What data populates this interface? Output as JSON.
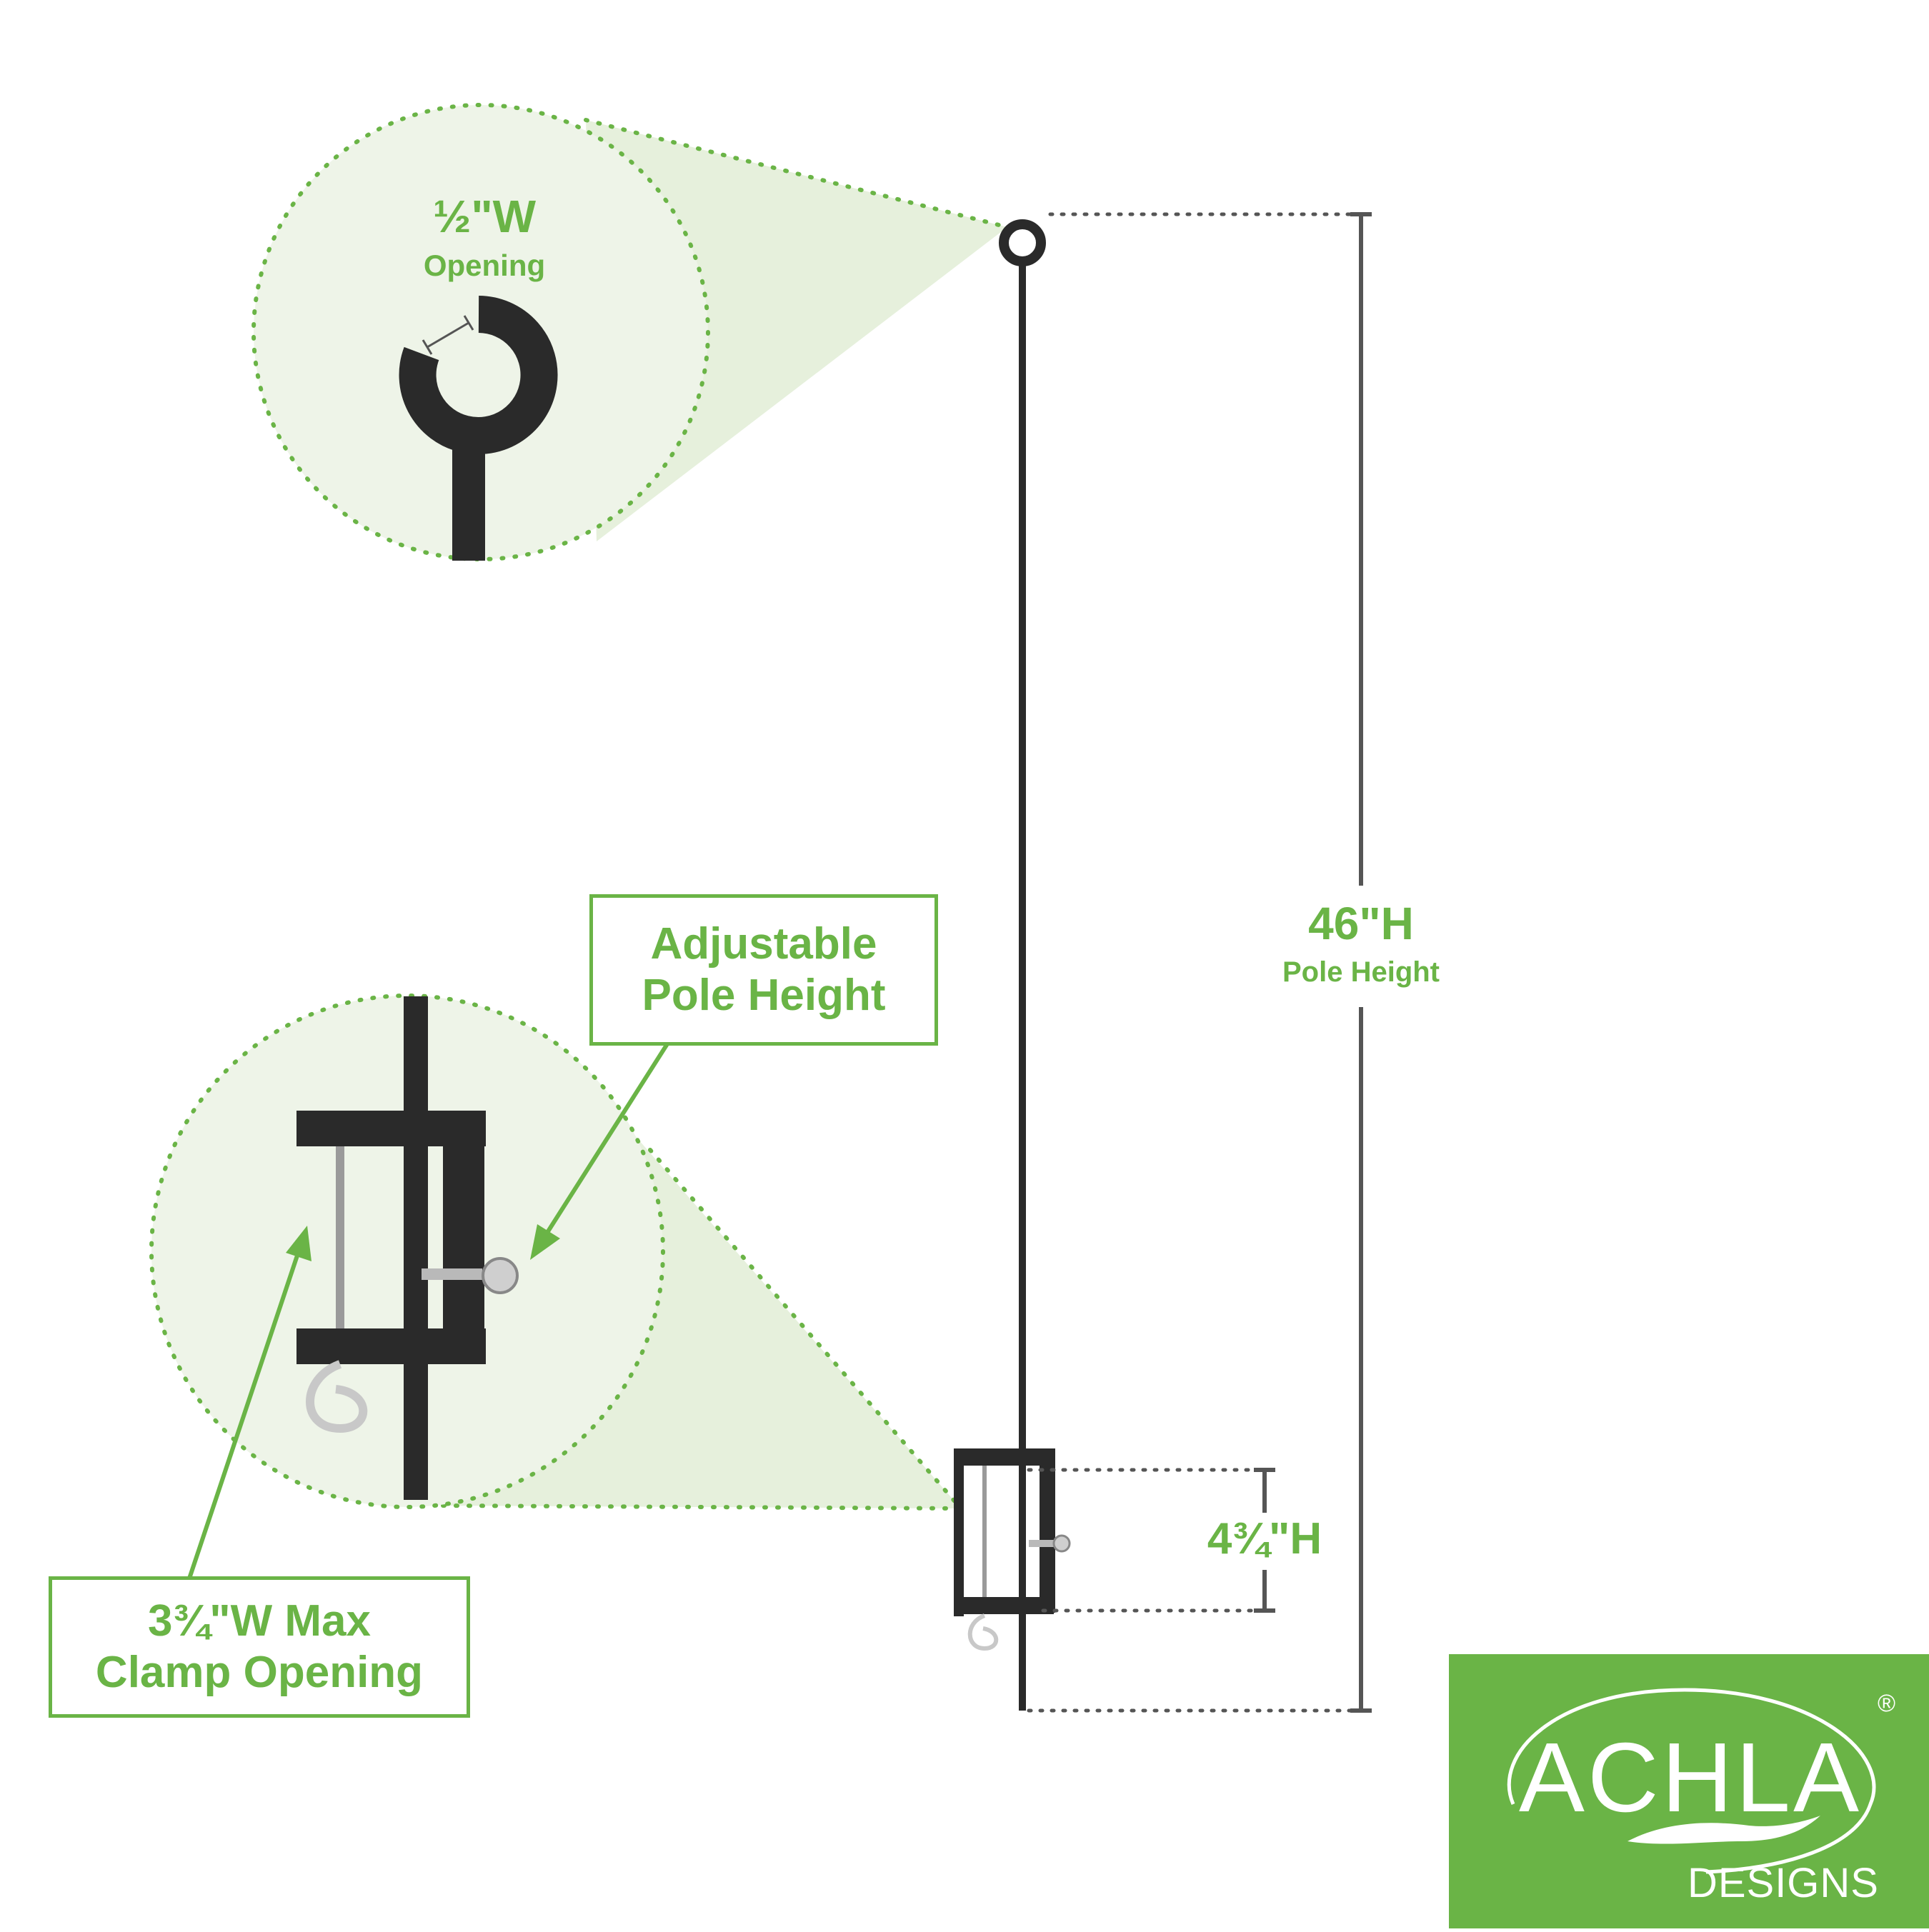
{
  "labels": {
    "top_width": "½\"W",
    "top_caption": "Opening",
    "height_value": "46\"H",
    "height_caption": "Pole Height",
    "clamp_height": "4¾\"H"
  },
  "callouts": {
    "adjustable_line1": "Adjustable",
    "adjustable_line2": "Pole Height",
    "clamp_line1": "3¾\"W Max",
    "clamp_line2": "Clamp Opening"
  },
  "logo": {
    "brand": "ACHLA",
    "registered": "®",
    "sub": "DESIGNS"
  },
  "colors": {
    "accent": "#6ab446",
    "zoom_fill": "#e6f0dc",
    "metal": "#2a2a2a",
    "dimension": "#555555"
  }
}
